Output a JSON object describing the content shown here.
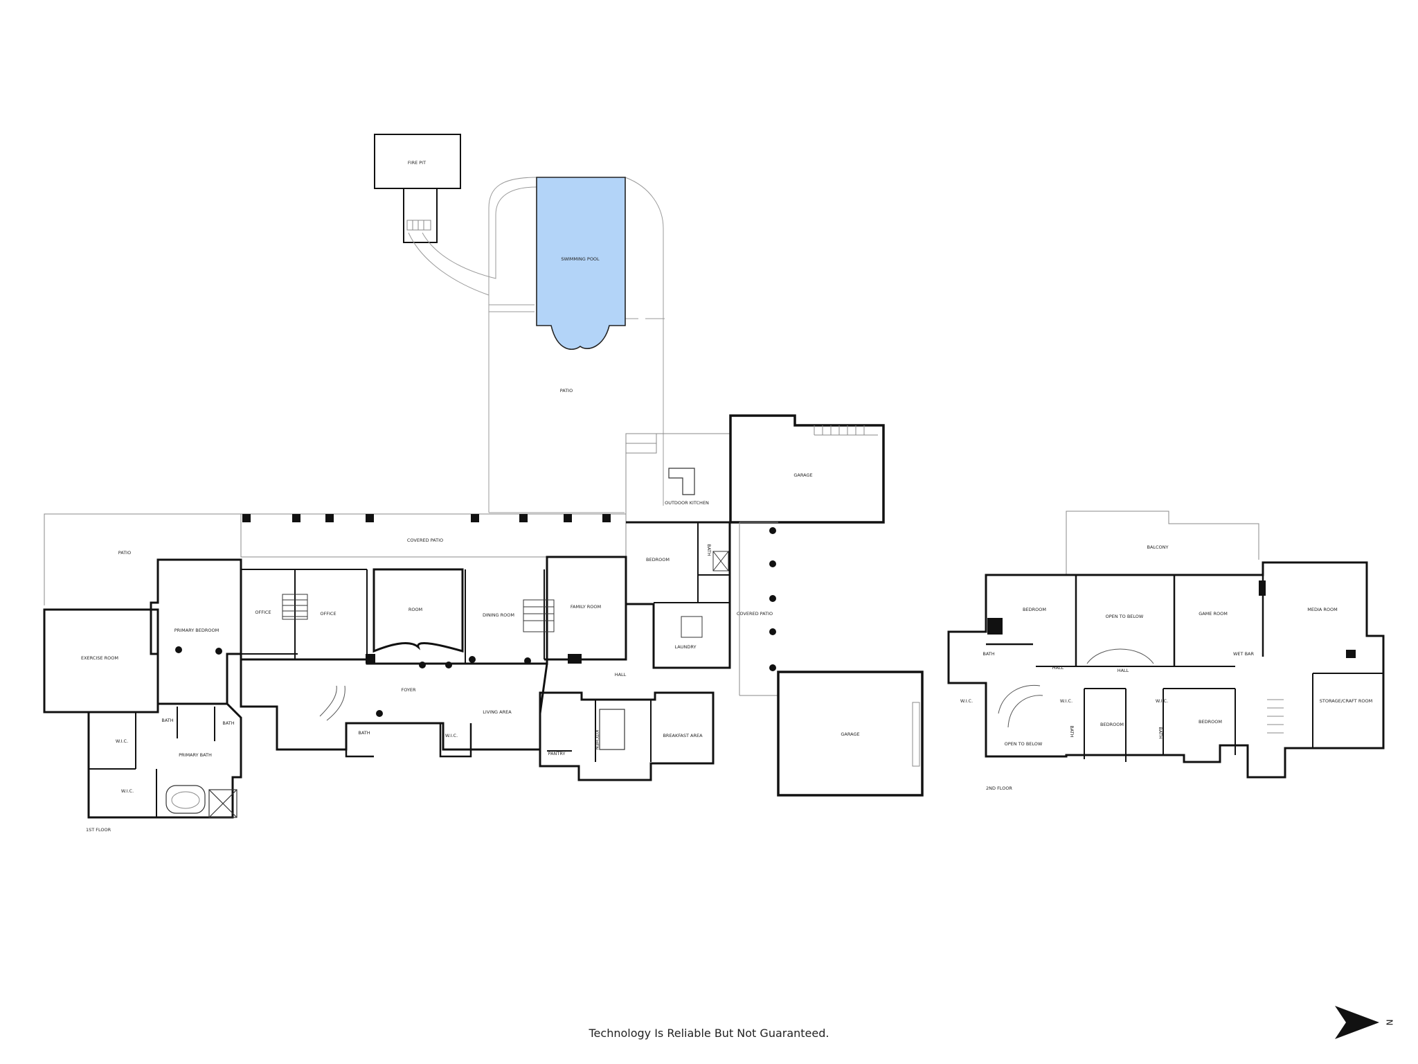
{
  "rooms": {
    "fire_pit": "FIRE PIT",
    "swimming_pool": "SWIMMING POOL",
    "patio_top": "PATIO",
    "outdoor_kitchen": "OUTDOOR KITCHEN",
    "garage_top": "GARAGE",
    "patio_left": "PATIO",
    "covered_patio": "COVERED PATIO",
    "exercise_room": "EXERCISE ROOM",
    "primary_bedroom": "PRIMARY BEDROOM",
    "office_1": "OFFICE",
    "office_2": "OFFICE",
    "room": "ROOM",
    "dining_room": "DINING ROOM",
    "family_room": "FAMILY ROOM",
    "bedroom_1": "BEDROOM",
    "bath_1": "BATH",
    "laundry": "LAUNDRY",
    "covered_patio_side": "COVERED PATIO",
    "hall_1": "HALL",
    "foyer": "FOYER",
    "living_area": "LIVING AREA",
    "bath_2": "BATH",
    "wic_1": "W.I.C.",
    "wic_2": "W.I.C.",
    "wic_3": "W.I.C.",
    "primary_bath": "PRIMARY BATH",
    "bath_3": "BATH",
    "bath_4": "BATH",
    "pantry": "PANTRY",
    "kitchen": "KITCHEN",
    "breakfast_area": "BREAKFAST AREA",
    "garage_bottom": "GARAGE",
    "balcony": "BALCONY",
    "bedroom_2": "BEDROOM",
    "open_to_below_1": "OPEN TO BELOW",
    "game_room": "GAME ROOM",
    "media_room": "MEDIA ROOM",
    "bath_5": "BATH",
    "hall_2": "HALL",
    "hall_3": "HALL",
    "wet_bar": "WET BAR",
    "wic_4": "W.I.C.",
    "wic_5": "W.I.C.",
    "wic_6": "W.I.C.",
    "bath_6": "BATH",
    "bath_7": "BATH",
    "bedroom_3": "BEDROOM",
    "bedroom_4": "BEDROOM",
    "storage_craft_room": "STORAGE/CRAFT ROOM",
    "open_to_below_2": "OPEN TO BELOW"
  },
  "floors": {
    "first": "1ST FLOOR",
    "second": "2ND FLOOR"
  },
  "compass": {
    "north": "N"
  },
  "disclaimer": "Technology Is Reliable But Not Guaranteed.",
  "colors": {
    "pool": "#b3d4f8",
    "wall": "#111111",
    "thin": "#888888"
  }
}
